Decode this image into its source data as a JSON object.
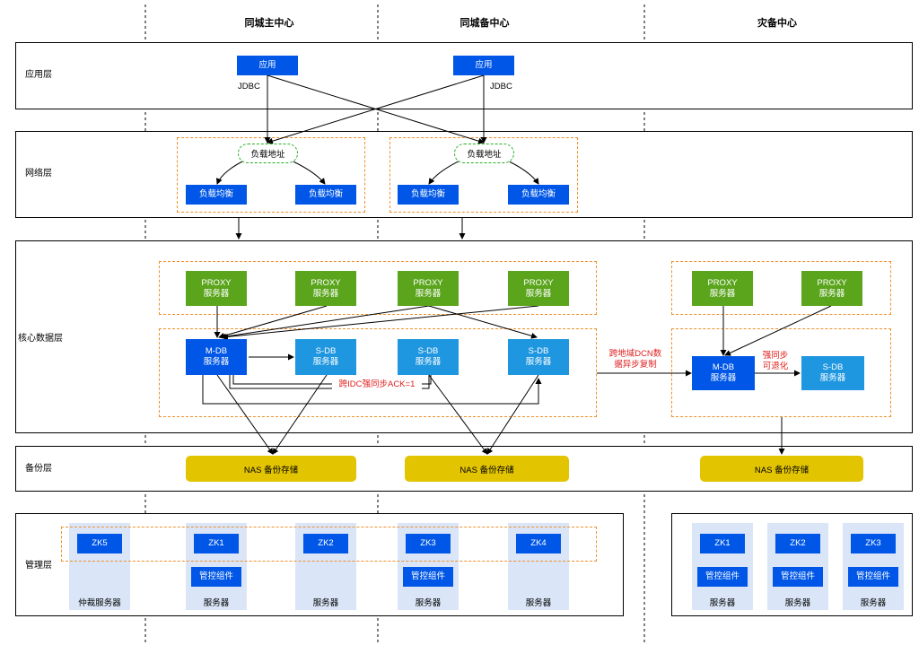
{
  "columns": {
    "main": "同城主中心",
    "standby": "同城备中心",
    "dr": "灾备中心"
  },
  "layers": {
    "app": "应用层",
    "network": "网络层",
    "core": "核心数据层",
    "backup": "备份层",
    "mgmt": "管理层"
  },
  "app": {
    "label": "应用",
    "jdbc": "JDBC"
  },
  "network": {
    "lb_addr": "负载地址",
    "lb": "负载均衡"
  },
  "core": {
    "proxy": [
      "PROXY",
      "服务器"
    ],
    "mdb": [
      "M-DB",
      "服务器"
    ],
    "sdb": [
      "S-DB",
      "服务器"
    ],
    "sync_note": "跨IDC强同步ACK=1",
    "cross_region": [
      "跨地域DCN数",
      "据异步复制"
    ],
    "degrade": [
      "强同步",
      "可退化"
    ]
  },
  "backup": {
    "nas": "NAS 备份存储"
  },
  "mgmt": {
    "zk": [
      "ZK5",
      "ZK1",
      "ZK2",
      "ZK3",
      "ZK4"
    ],
    "dr_zk": [
      "ZK1",
      "ZK2",
      "ZK3"
    ],
    "control": "管控组件",
    "arbiter": "仲裁服务器",
    "server": "服务器"
  }
}
